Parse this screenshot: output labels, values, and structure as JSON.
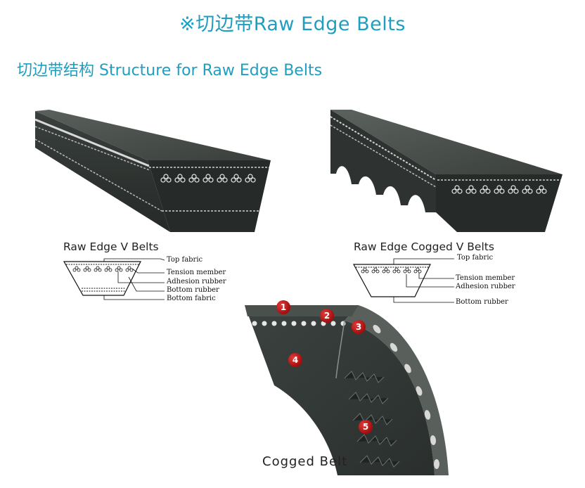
{
  "title": "※切边带Raw Edge Belts",
  "section_title": "切边带结构 Structure for   Raw Edge Belts",
  "raw_edge_v": {
    "caption": "Raw Edge V Belts",
    "labels": [
      "Top  fabric",
      "Tension  member",
      "Adhesion  rubber",
      "Bottom  rubber",
      "Bottom  fabric"
    ]
  },
  "raw_edge_cogged": {
    "caption": "Raw Edge Cogged V Belts",
    "labels": [
      "Top  fabric",
      "Tension  member",
      "Adhesion  rubber",
      "Bottom  rubber"
    ]
  },
  "cogged_belt": {
    "caption": "Cogged Belt",
    "markers": [
      "1",
      "2",
      "3",
      "4",
      "5"
    ]
  },
  "colors": {
    "title": "#1f9ec0",
    "belt_dark": "#2b302e",
    "belt_mid": "#3d4440",
    "marker": "#c01818"
  }
}
